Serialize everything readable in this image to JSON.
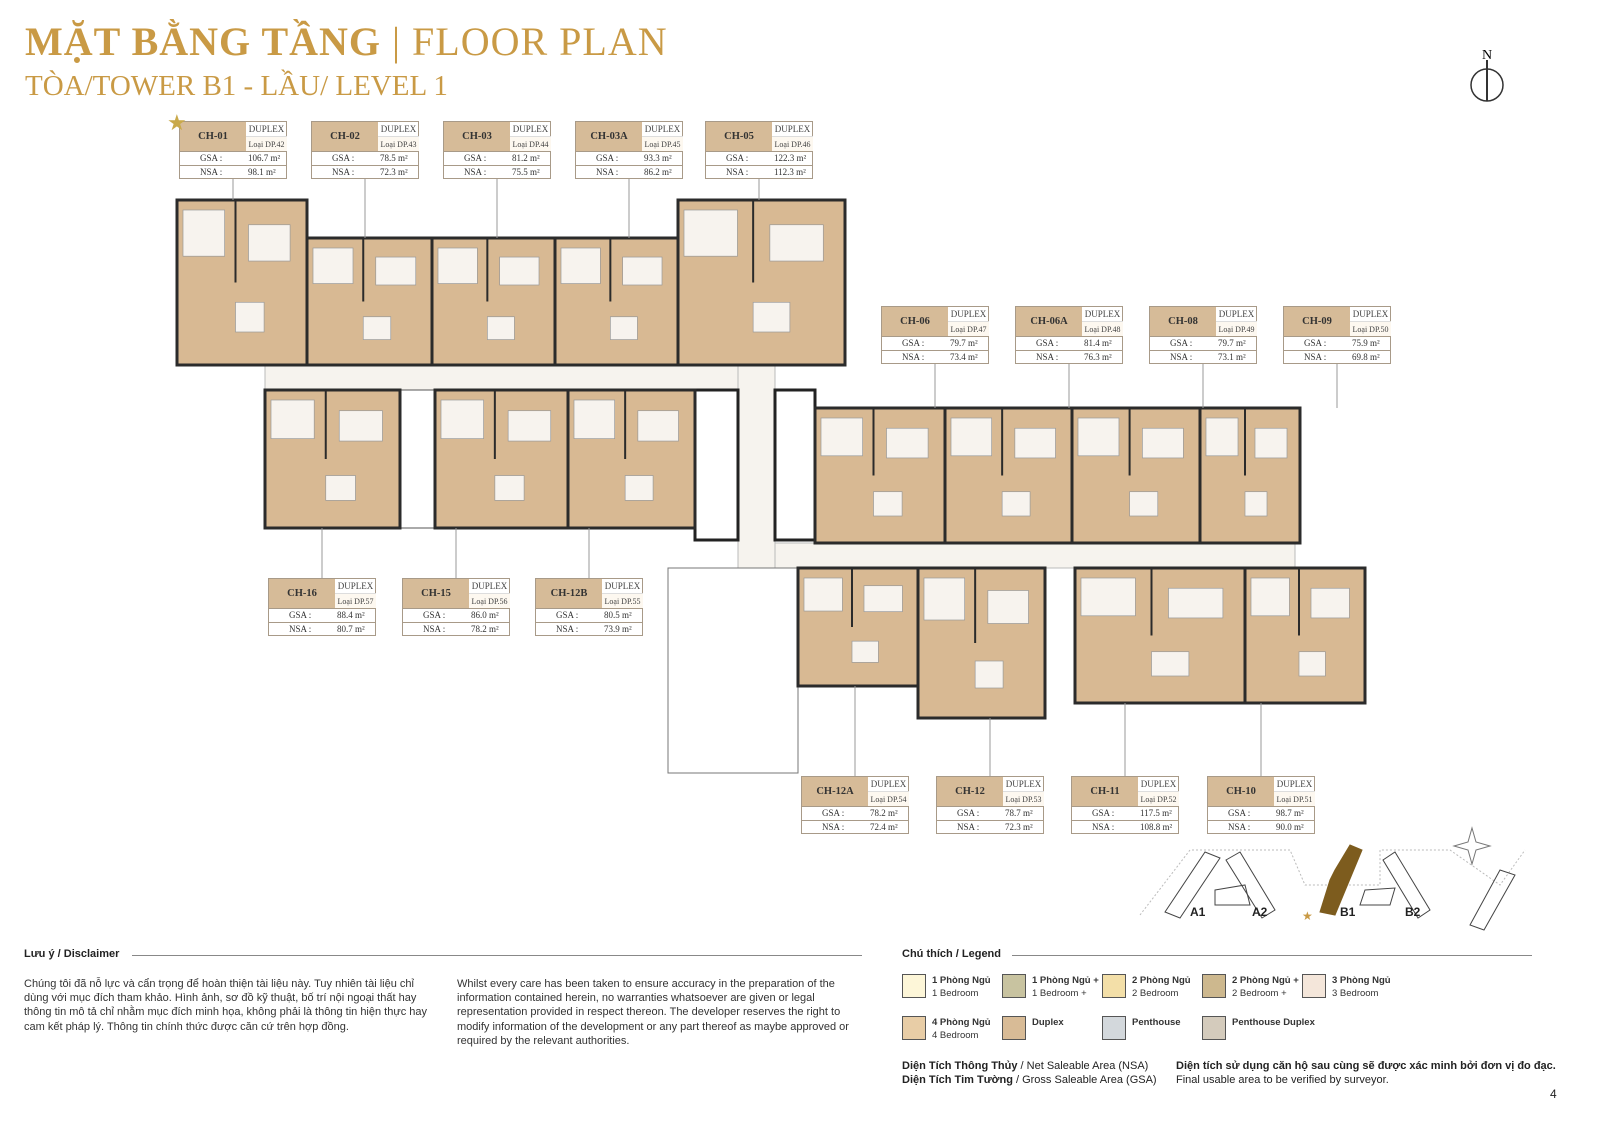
{
  "header": {
    "title_vi": "MẶT BẰNG TẦNG",
    "separator": "|",
    "title_en": "FLOOR PLAN",
    "subtitle": "TÒA/TOWER B1 - LẦU/ LEVEL 1"
  },
  "compass": {
    "label": "N"
  },
  "units": [
    {
      "code": "CH-01",
      "type": "DUPLEX",
      "loai": "Loại DP.42",
      "gsa": "106.7 m²",
      "nsa": "98.1 m²"
    },
    {
      "code": "CH-02",
      "type": "DUPLEX",
      "loai": "Loại DP.43",
      "gsa": "78.5 m²",
      "nsa": "72.3 m²"
    },
    {
      "code": "CH-03",
      "type": "DUPLEX",
      "loai": "Loại DP.44",
      "gsa": "81.2 m²",
      "nsa": "75.5 m²"
    },
    {
      "code": "CH-03A",
      "type": "DUPLEX",
      "loai": "Loại DP.45",
      "gsa": "93.3 m²",
      "nsa": "86.2 m²"
    },
    {
      "code": "CH-05",
      "type": "DUPLEX",
      "loai": "Loại DP.46",
      "gsa": "122.3 m²",
      "nsa": "112.3 m²"
    },
    {
      "code": "CH-06",
      "type": "DUPLEX",
      "loai": "Loại DP.47",
      "gsa": "79.7 m²",
      "nsa": "73.4 m²"
    },
    {
      "code": "CH-06A",
      "type": "DUPLEX",
      "loai": "Loại DP.48",
      "gsa": "81.4 m²",
      "nsa": "76.3 m²"
    },
    {
      "code": "CH-08",
      "type": "DUPLEX",
      "loai": "Loại DP.49",
      "gsa": "79.7 m²",
      "nsa": "73.1 m²"
    },
    {
      "code": "CH-09",
      "type": "DUPLEX",
      "loai": "Loại DP.50",
      "gsa": "75.9 m²",
      "nsa": "69.8 m²"
    },
    {
      "code": "CH-16",
      "type": "DUPLEX",
      "loai": "Loại DP.57",
      "gsa": "88.4 m²",
      "nsa": "80.7 m²"
    },
    {
      "code": "CH-15",
      "type": "DUPLEX",
      "loai": "Loại DP.56",
      "gsa": "86.0 m²",
      "nsa": "78.2 m²"
    },
    {
      "code": "CH-12B",
      "type": "DUPLEX",
      "loai": "Loại DP.55",
      "gsa": "80.5 m²",
      "nsa": "73.9 m²"
    },
    {
      "code": "CH-12A",
      "type": "DUPLEX",
      "loai": "Loại DP.54",
      "gsa": "78.2 m²",
      "nsa": "72.4 m²"
    },
    {
      "code": "CH-12",
      "type": "DUPLEX",
      "loai": "Loại DP.53",
      "gsa": "78.7 m²",
      "nsa": "72.3 m²"
    },
    {
      "code": "CH-11",
      "type": "DUPLEX",
      "loai": "Loại DP.52",
      "gsa": "117.5 m²",
      "nsa": "108.8 m²"
    },
    {
      "code": "CH-10",
      "type": "DUPLEX",
      "loai": "Loại DP.51",
      "gsa": "98.7 m²",
      "nsa": "90.0 m²"
    }
  ],
  "area_labels": {
    "gsa": "GSA :",
    "nsa": "NSA :"
  },
  "key_plan": {
    "towers": [
      "A1",
      "A2",
      "B1",
      "B2"
    ],
    "highlight": "B1",
    "highlight_color": "#7d5c1e"
  },
  "disclaimer": {
    "title": "Lưu ý / Disclaimer",
    "vi": "Chúng tôi đã nỗ lực và cẩn trọng để hoàn thiện tài liệu này. Tuy nhiên tài liệu chỉ dùng với mục đích tham khảo. Hình ảnh, sơ đồ kỹ thuật, bố trí nội ngoại thất hay thông tin mô tả chỉ nhằm mục đích minh họa, không phải là thông tin hiện thực hay cam kết pháp lý. Thông tin chính thức được căn cứ trên hợp đồng.",
    "en": "Whilst every care has been taken to ensure accuracy in the preparation of the information contained herein, no warranties whatsoever are given or legal representation provided in respect thereon. The developer reserves the right to modify information of the development or any part thereof as maybe approved or required by the relevant authorities."
  },
  "legend": {
    "title": "Chú thích / Legend",
    "items": [
      {
        "vi": "1 Phòng Ngủ",
        "en": "1 Bedroom",
        "color": "#fdf6d8"
      },
      {
        "vi": "1 Phòng Ngủ +",
        "en": "1 Bedroom +",
        "color": "#c8c3a0"
      },
      {
        "vi": "2 Phòng Ngủ",
        "en": "2 Bedroom",
        "color": "#f3dfa8"
      },
      {
        "vi": "2 Phòng Ngủ +",
        "en": "2 Bedroom +",
        "color": "#cdb88e"
      },
      {
        "vi": "3 Phòng Ngủ",
        "en": "3 Bedroom",
        "color": "#f4e6da"
      },
      {
        "vi": "4 Phòng Ngủ",
        "en": "4 Bedroom",
        "color": "#e8cda6"
      },
      {
        "vi": "Duplex",
        "en": "",
        "color": "#d8bb96"
      },
      {
        "vi": "Penthouse",
        "en": "",
        "color": "#d3d8dc"
      },
      {
        "vi": "Penthouse Duplex",
        "en": "",
        "color": "#d4cbbc"
      }
    ]
  },
  "notes": {
    "nsa_vi": "Diện Tích Thông Thủy",
    "nsa_en": " / Net Saleable Area (NSA)",
    "gsa_vi": "Diện Tích Tim Tường",
    "gsa_en": " / Gross Saleable Area (GSA)",
    "final_vi": "Diện tích sử dụng căn hộ sau cùng sẽ được xác minh bởi đơn vị đo đạc.",
    "final_en": "Final usable area to be verified by surveyor."
  },
  "page_number": "4"
}
